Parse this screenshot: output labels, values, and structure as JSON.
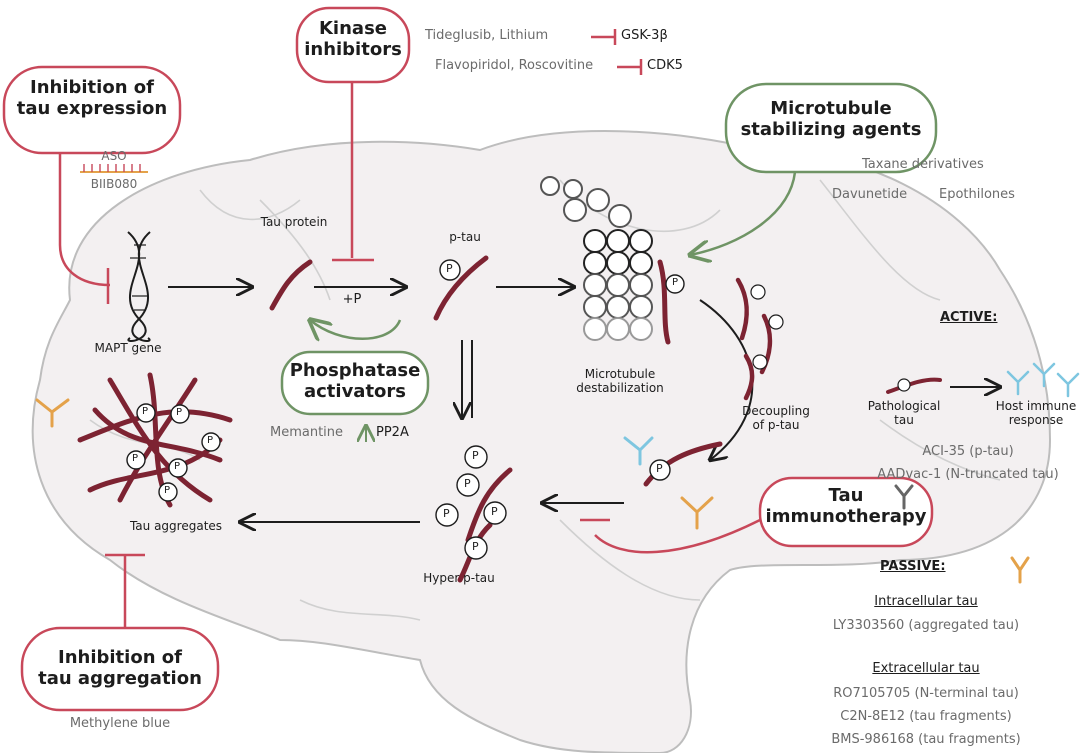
{
  "colors": {
    "red": "#c8485a",
    "green": "#6f9465",
    "tau": "#7d2332",
    "blue_antibody": "#7ec6e0",
    "orange_antibody": "#e4a24a",
    "brain_fill": "#f3f0f1",
    "brain_outline": "#bdbdbd"
  },
  "boxes": {
    "tau_expression": "Inhibition of\ntau expression",
    "kinase": "Kinase\ninhibitors",
    "microtubule_agents": "Microtubule\nstabilizing agents",
    "phosphatase": "Phosphatase\nactivators",
    "immunotherapy": "Tau\nimmunotherapy",
    "aggregation": "Inhibition of\ntau aggregation"
  },
  "drugs": {
    "aso": "ASO",
    "biib080": "BIIB080",
    "kinase_line1_drugs": "Tideglusib, Lithium",
    "kinase_line1_target": "GSK-3β",
    "kinase_line2_drugs": "Flavopiridol, Roscovitine",
    "kinase_line2_target": "CDK5",
    "taxane": "Taxane derivatives",
    "davunetide": "Davunetide",
    "epothilones": "Epothilones",
    "memantine": "Memantine",
    "pp2a": "PP2A",
    "methylene_blue": "Methylene blue"
  },
  "pathway": {
    "mapt_gene": "MAPT gene",
    "tau_protein": "Tau protein",
    "p_tau": "p-tau",
    "plus_p": "+P",
    "microtubule_destab": "Microtubule\ndestabilization",
    "decoupling": "Decoupling\nof p-tau",
    "hyper_ptau": "Hyper p-tau",
    "tau_aggregates": "Tau aggregates",
    "p_symbol": "P"
  },
  "active": {
    "heading": "ACTIVE:",
    "pathological_tau": "Pathological\ntau",
    "host_response": "Host immune\nresponse",
    "aci35": "ACI-35 (p-tau)",
    "aadvac": "AADvac-1 (N-truncated tau)"
  },
  "passive": {
    "heading": "PASSIVE:",
    "intracellular_heading": "Intracellular tau",
    "ly": "LY3303560 (aggregated tau)",
    "extracellular_heading": "Extracellular tau",
    "ro": "RO7105705 (N-terminal tau)",
    "c2n": "C2N-8E12 (tau fragments)",
    "bms": "BMS-986168 (tau fragments)"
  }
}
